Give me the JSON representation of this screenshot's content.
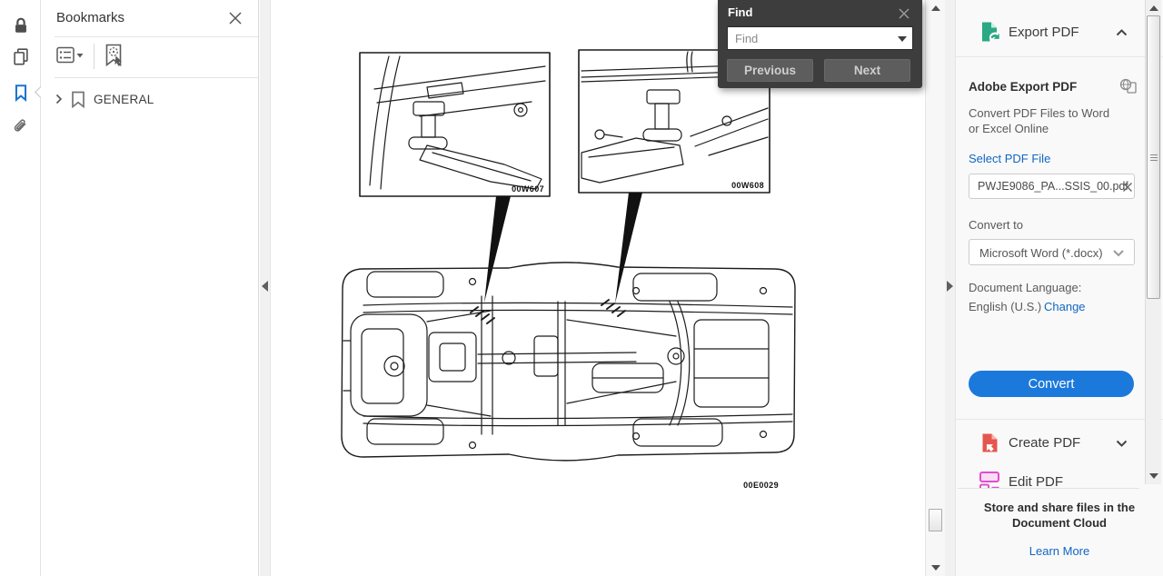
{
  "left_rail": {
    "tools": [
      {
        "name": "protection-lock"
      },
      {
        "name": "page-thumbnails"
      },
      {
        "name": "bookmarks",
        "active": true
      },
      {
        "name": "attachments"
      }
    ]
  },
  "bookmarks_panel": {
    "title": "Bookmarks",
    "items": [
      {
        "label": "GENERAL"
      }
    ]
  },
  "find_dialog": {
    "title": "Find",
    "input_placeholder": "Find",
    "previous_label": "Previous",
    "next_label": "Next"
  },
  "document": {
    "callout_labels": [
      "00W607",
      "00W608"
    ],
    "figure_label": "00E0029"
  },
  "export_panel": {
    "export_tool_label": "Export PDF",
    "create_tool_label": "Create PDF",
    "edit_tool_label": "Edit PDF",
    "section_title": "Adobe Export PDF",
    "description_line1": "Convert PDF Files to Word",
    "description_line2": "or Excel Online",
    "select_file_link": "Select PDF File",
    "file_name": "PWJE9086_PA...SSIS_00.pdf",
    "convert_to_label": "Convert to",
    "format_value": "Microsoft Word (*.docx)",
    "language_label": "Document Language:",
    "language_value": "English (U.S.)",
    "change_link": "Change",
    "convert_button_label": "Convert",
    "footer_line1": "Store and share files in the",
    "footer_line2": "Document Cloud",
    "learn_more_link": "Learn More"
  },
  "colors": {
    "accent_blue": "#1b79db",
    "link_blue": "#1166c2",
    "export_green": "#2ba884",
    "create_red": "#e5564e",
    "edit_pink": "#dd4fd0",
    "find_dialog_bg": "#3d3d3d",
    "bookmark_active_blue": "#1a73ce"
  }
}
